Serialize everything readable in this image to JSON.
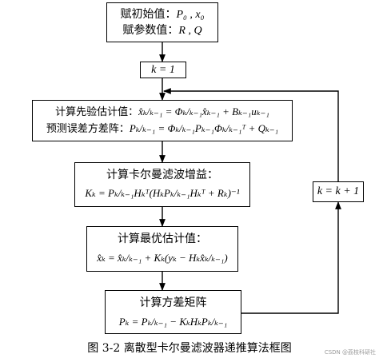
{
  "boxes": {
    "init": {
      "line1_label": "赋初始值：",
      "line1_vars": "P₀ , x₀",
      "line2_label": "赋参数值：",
      "line2_vars": "R , Q"
    },
    "k_init": {
      "text": "k = 1"
    },
    "predict": {
      "line1_label": "计算先验估计值：",
      "line1_formula": "x̂ₖ/ₖ₋₁ = Φₖ/ₖ₋₁x̂ₖ₋₁ + Bₖ₋₁uₖ₋₁",
      "line2_label": "预测误差方差阵：",
      "line2_formula": "Pₖ/ₖ₋₁ = Φₖ/ₖ₋₁Pₖ₋₁Φₖ/ₖ₋₁ᵀ + Qₖ₋₁"
    },
    "gain": {
      "title": "计算卡尔曼滤波增益：",
      "formula": "Kₖ = Pₖ/ₖ₋₁Hₖᵀ(HₖPₖ/ₖ₋₁Hₖᵀ + Rₖ)⁻¹"
    },
    "estimate": {
      "title": "计算最优估计值：",
      "formula": "x̂ₖ = x̂ₖ/ₖ₋₁ + Kₖ(yₖ − Hₖx̂ₖ/ₖ₋₁)"
    },
    "covariance": {
      "title": "计算方差矩阵",
      "formula": "Pₖ = Pₖ/ₖ₋₁ − KₖHₖPₖ/ₖ₋₁"
    },
    "k_update": {
      "text": "k = k + 1"
    }
  },
  "caption": "图 3-2  离散型卡尔曼滤波器递推算法框图",
  "watermark": "CSDN @荔枝科研社"
}
